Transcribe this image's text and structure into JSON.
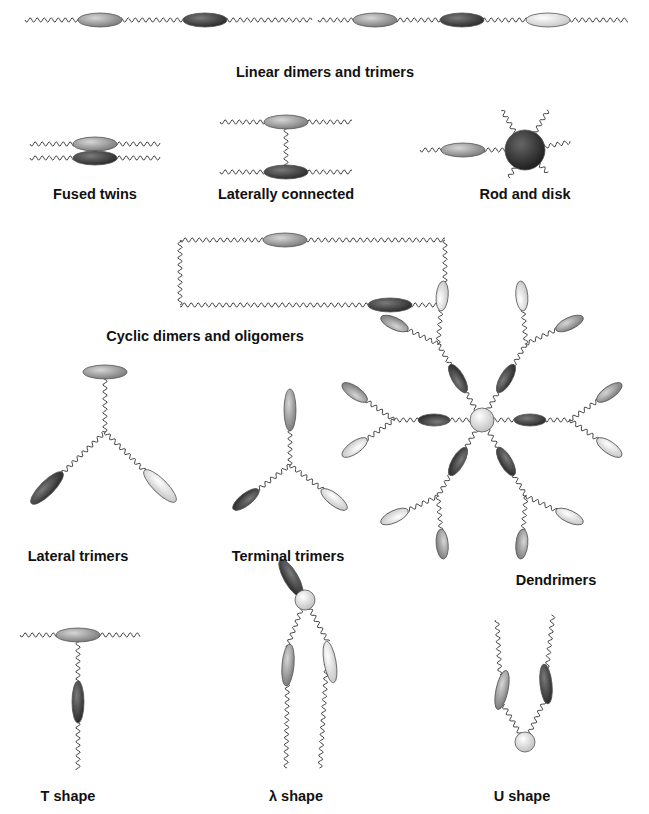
{
  "diagram": {
    "labels": [
      "Linear dimers and trimers",
      "Fused twins",
      "Laterally connected",
      "Rod and disk",
      "Cyclic dimers and oligomers",
      "Dendrimers",
      "Lateral trimers",
      "Terminal trimers",
      "T shape",
      "λ shape",
      "U shape"
    ]
  }
}
